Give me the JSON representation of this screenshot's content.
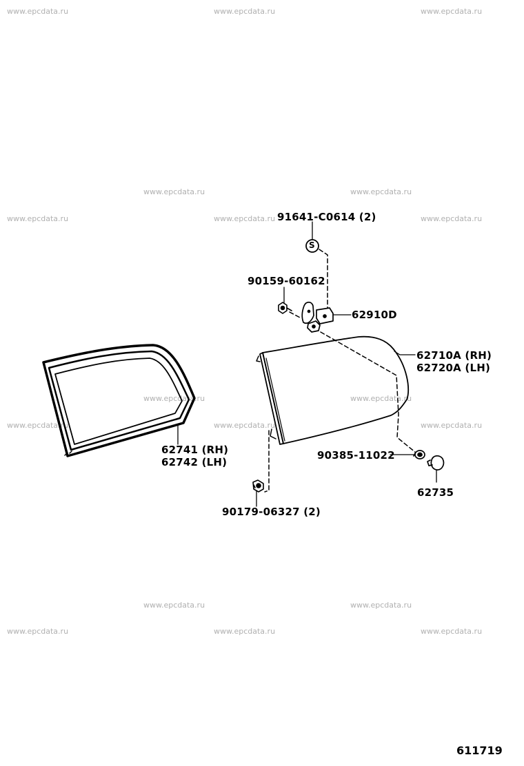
{
  "watermark": "www.epcdata.ru",
  "parts": {
    "bolt_91641": "91641-C0614 (2)",
    "symbol_s": "S",
    "screw_90159": "90159-60162",
    "hinge_62910": "62910D",
    "glass_rh": "62710A (RH)",
    "glass_lh": "62720A (LH)",
    "weatherstrip_rh": "62741 (RH)",
    "weatherstrip_lh": "62742 (LH)",
    "clip_90385": "90385-11022",
    "cap_62735": "62735",
    "nut_90179": "90179-06327 (2)"
  },
  "figure_number": "611719"
}
